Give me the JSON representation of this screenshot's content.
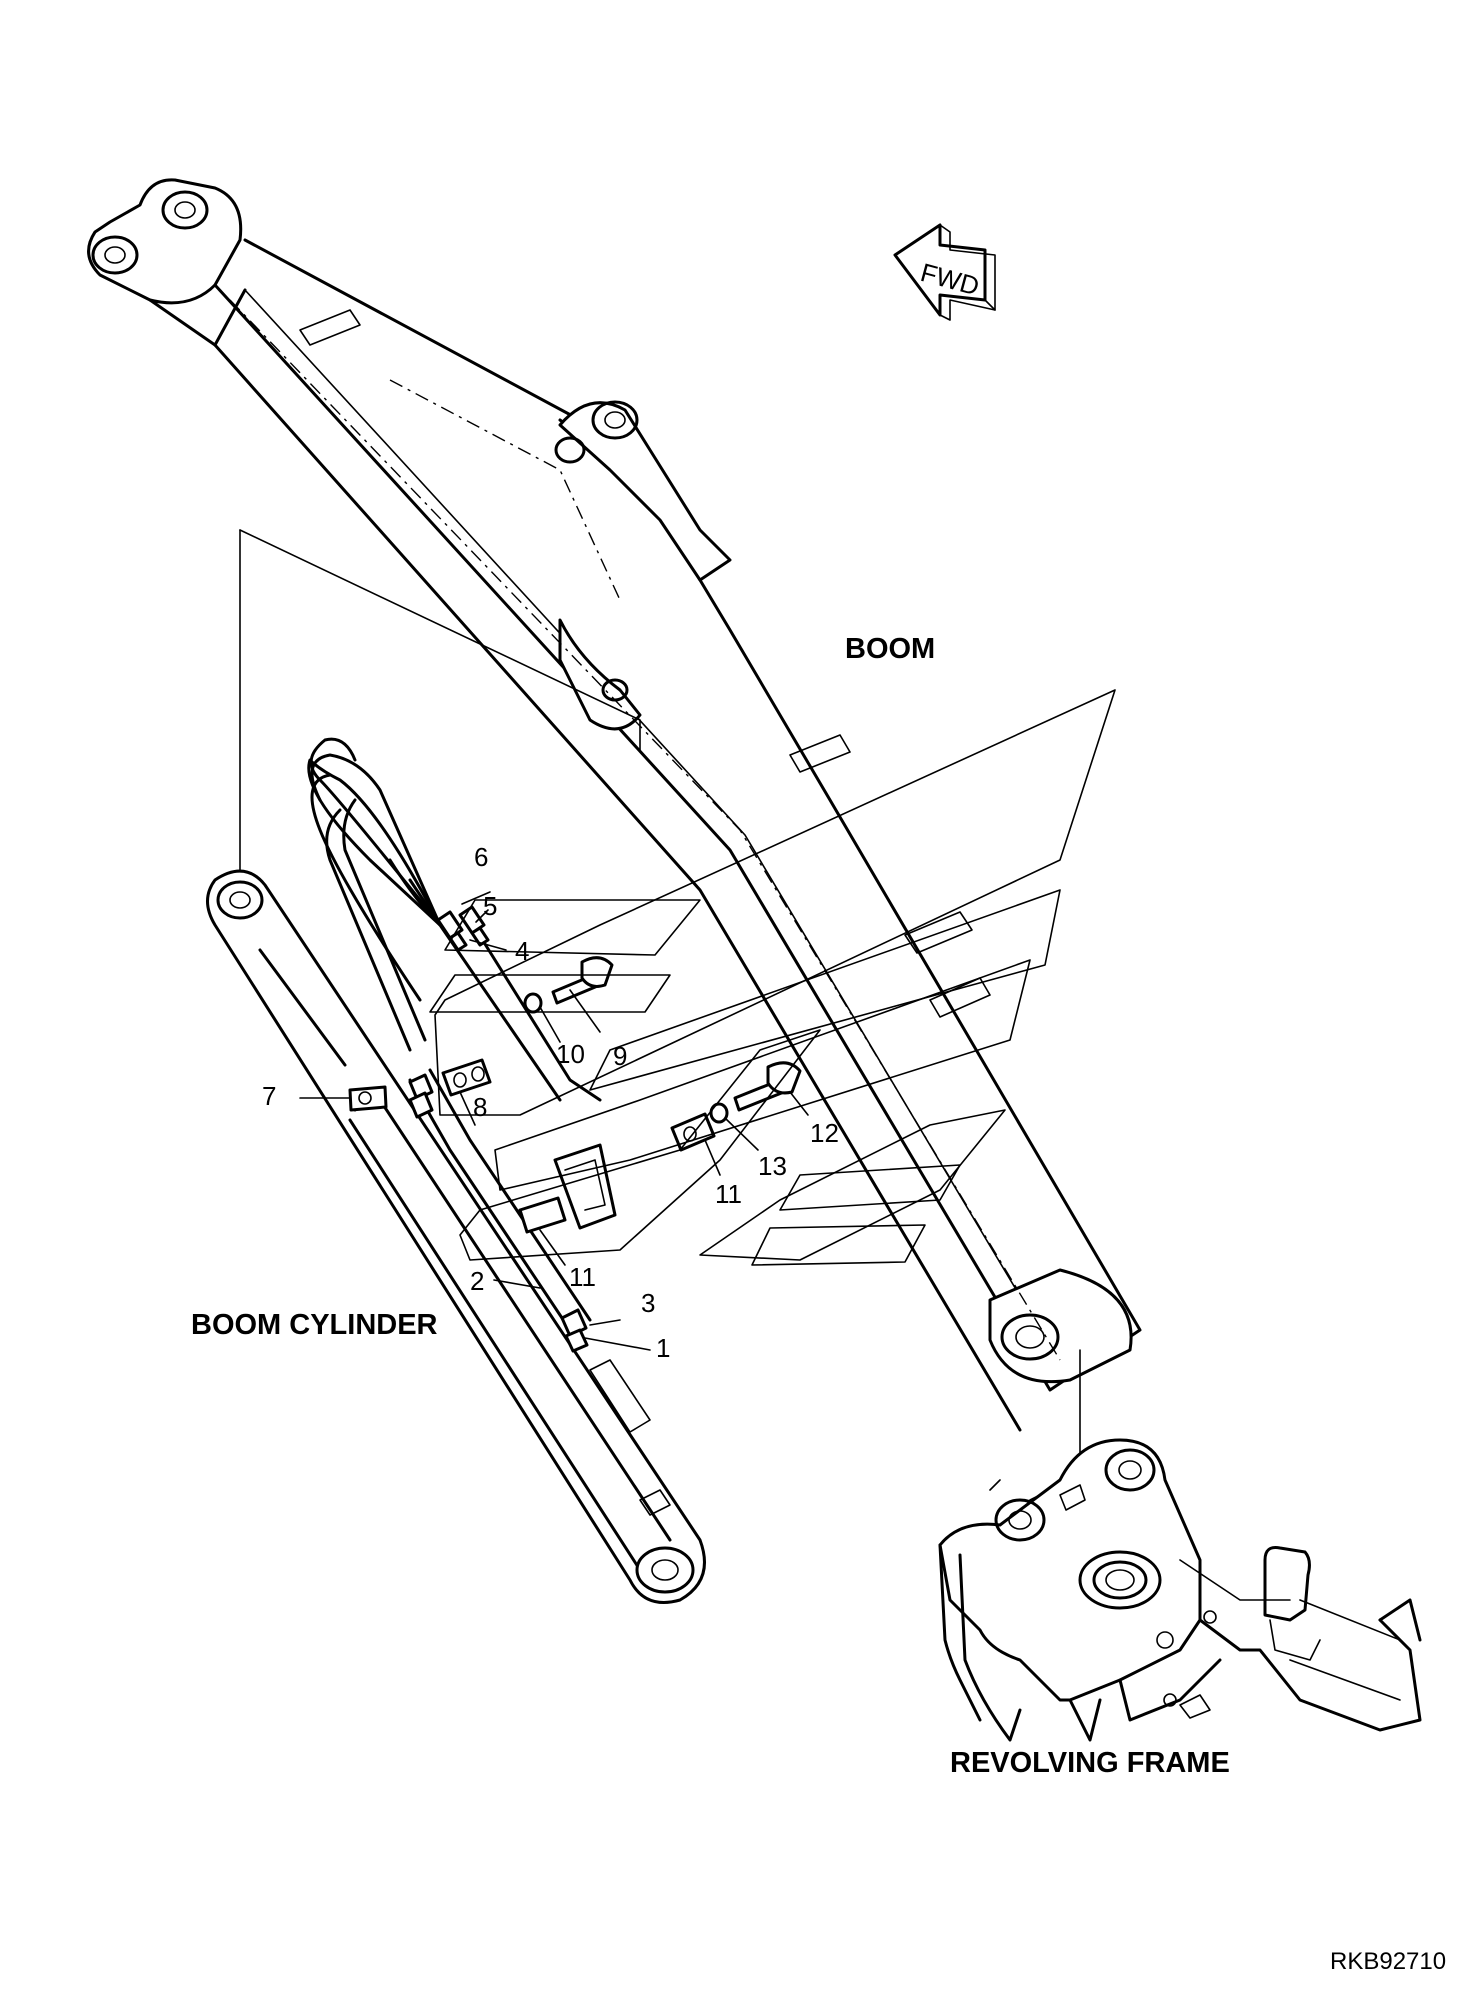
{
  "labels": {
    "boom": "BOOM",
    "boom_cylinder": "BOOM CYLINDER",
    "revolving_frame": "REVOLVING FRAME",
    "fwd": "FWD",
    "drawing_code": "RKB92710"
  },
  "callouts": [
    "1",
    "2",
    "3",
    "4",
    "5",
    "6",
    "7",
    "8",
    "9",
    "10",
    "11",
    "11",
    "12",
    "13"
  ],
  "colors": {
    "line": "#000000",
    "background": "#ffffff"
  }
}
